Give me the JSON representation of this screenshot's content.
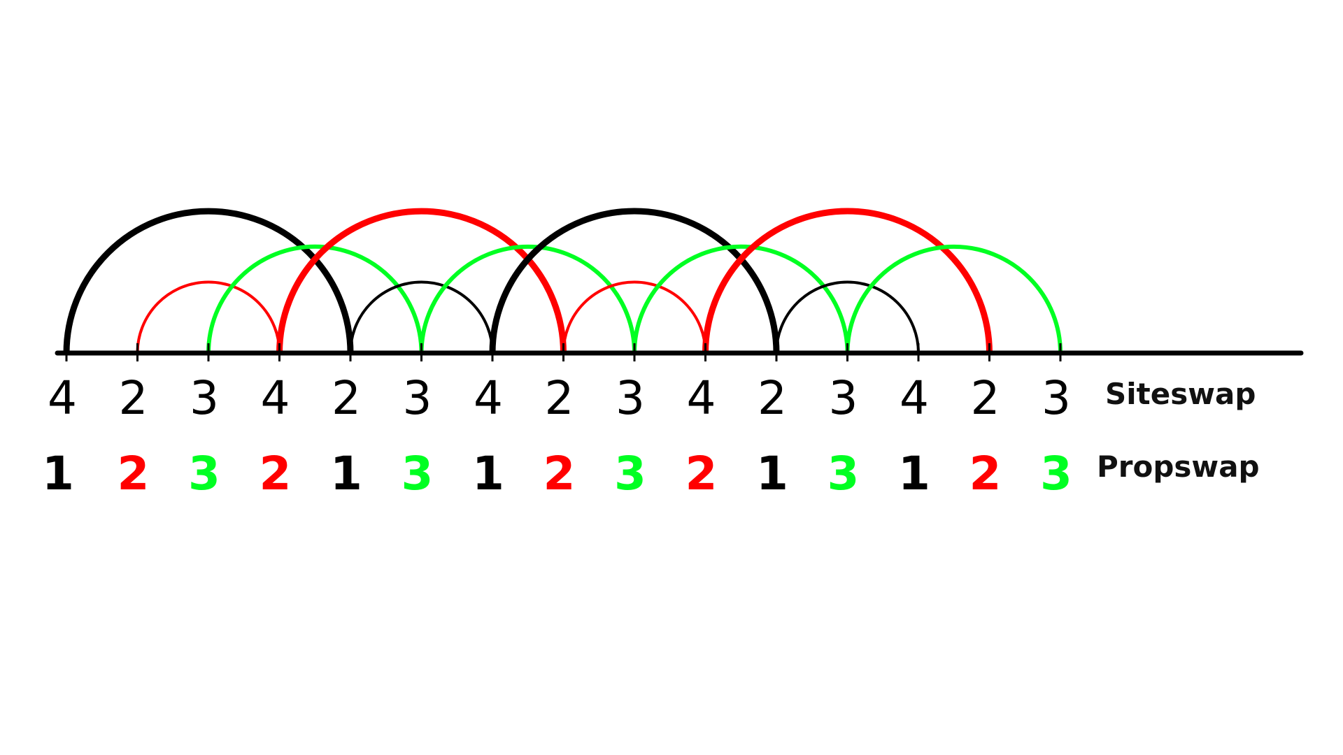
{
  "colors": {
    "prop_1": "#000000",
    "prop_2": "#ff0000",
    "prop_3": "#00ff22",
    "baseline": "#000000"
  },
  "labels": {
    "siteswap": "Siteswap",
    "propswap": "Propswap"
  },
  "siteswap": [
    4,
    2,
    3,
    4,
    2,
    3,
    4,
    2,
    3,
    4,
    2,
    3,
    4,
    2,
    3
  ],
  "propswap": [
    1,
    2,
    3,
    2,
    1,
    3,
    1,
    2,
    3,
    2,
    1,
    3,
    1,
    2,
    3
  ],
  "arcs": [
    {
      "from": 0,
      "to": 4,
      "prop": 1
    },
    {
      "from": 1,
      "to": 3,
      "prop": 2
    },
    {
      "from": 2,
      "to": 5,
      "prop": 3
    },
    {
      "from": 3,
      "to": 7,
      "prop": 2
    },
    {
      "from": 4,
      "to": 6,
      "prop": 1
    },
    {
      "from": 5,
      "to": 8,
      "prop": 3
    },
    {
      "from": 6,
      "to": 10,
      "prop": 1
    },
    {
      "from": 7,
      "to": 9,
      "prop": 2
    },
    {
      "from": 8,
      "to": 11,
      "prop": 3
    },
    {
      "from": 9,
      "to": 13,
      "prop": 2
    },
    {
      "from": 10,
      "to": 12,
      "prop": 1
    },
    {
      "from": 11,
      "to": 14,
      "prop": 3
    }
  ]
}
